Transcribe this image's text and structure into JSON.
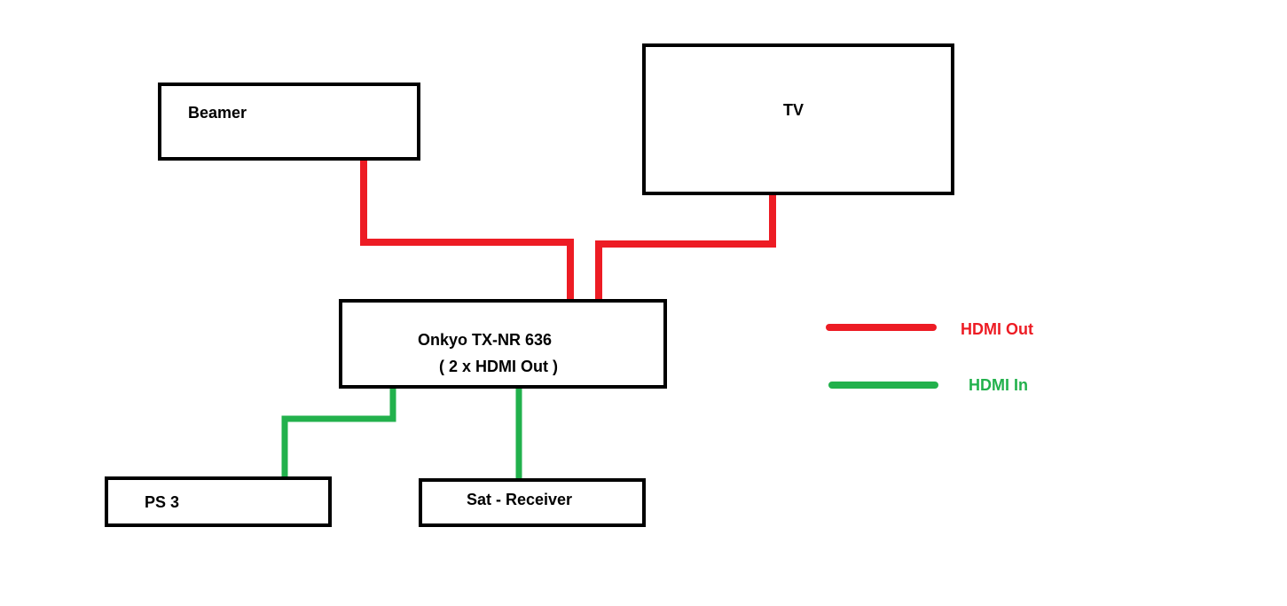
{
  "colors": {
    "hdmi_out": "#ed1c24",
    "hdmi_in": "#22b14c",
    "box_stroke": "#000000",
    "background": "#ffffff"
  },
  "devices": {
    "beamer": {
      "label": "Beamer"
    },
    "tv": {
      "label": "TV"
    },
    "receiver": {
      "label_line1": "Onkyo TX-NR 636",
      "label_line2": "( 2 x HDMI Out )"
    },
    "ps3": {
      "label": "PS 3"
    },
    "sat_receiver": {
      "label": "Sat - Receiver"
    }
  },
  "connections": [
    {
      "from": "receiver",
      "to": "beamer",
      "type": "hdmi_out"
    },
    {
      "from": "receiver",
      "to": "tv",
      "type": "hdmi_out"
    },
    {
      "from": "ps3",
      "to": "receiver",
      "type": "hdmi_in"
    },
    {
      "from": "sat_receiver",
      "to": "receiver",
      "type": "hdmi_in"
    }
  ],
  "legend": {
    "hdmi_out_label": "HDMI Out",
    "hdmi_in_label": "HDMI In"
  }
}
